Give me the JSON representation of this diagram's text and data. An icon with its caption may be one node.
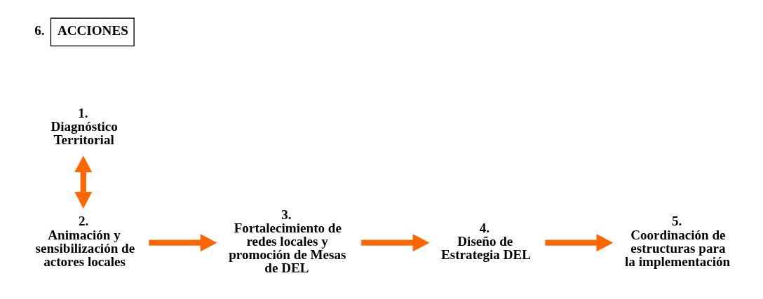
{
  "diagram": {
    "nodes": [
      {
        "text": [
          "1.",
          "Diagnóstico Territorial"
        ]
      },
      {
        "text": [
          "2.",
          "Animación y sensibilización de actores locales"
        ]
      },
      {
        "text": [
          "3.",
          "Fortalecimiento de redes locales y promoción de Mesas de DEL"
        ]
      },
      {
        "text": [
          "4.",
          "Diseño de Estrategia DEL"
        ]
      },
      {
        "text": [
          "5.",
          "Coordinación de estructuras para la implementación"
        ]
      },
      {
        "text": [
          "ACCIONES"
        ],
        "beside": [
          "6."
        ]
      }
    ],
    "edges": [
      {
        "from": 0,
        "to": 1,
        "arrow": "both"
      },
      {
        "from": 1,
        "to": 2,
        "arrow": "to"
      },
      {
        "from": 2,
        "to": 3,
        "arrow": "to"
      },
      {
        "from": 3,
        "to": 4,
        "arrow": "to"
      }
    ]
  }
}
